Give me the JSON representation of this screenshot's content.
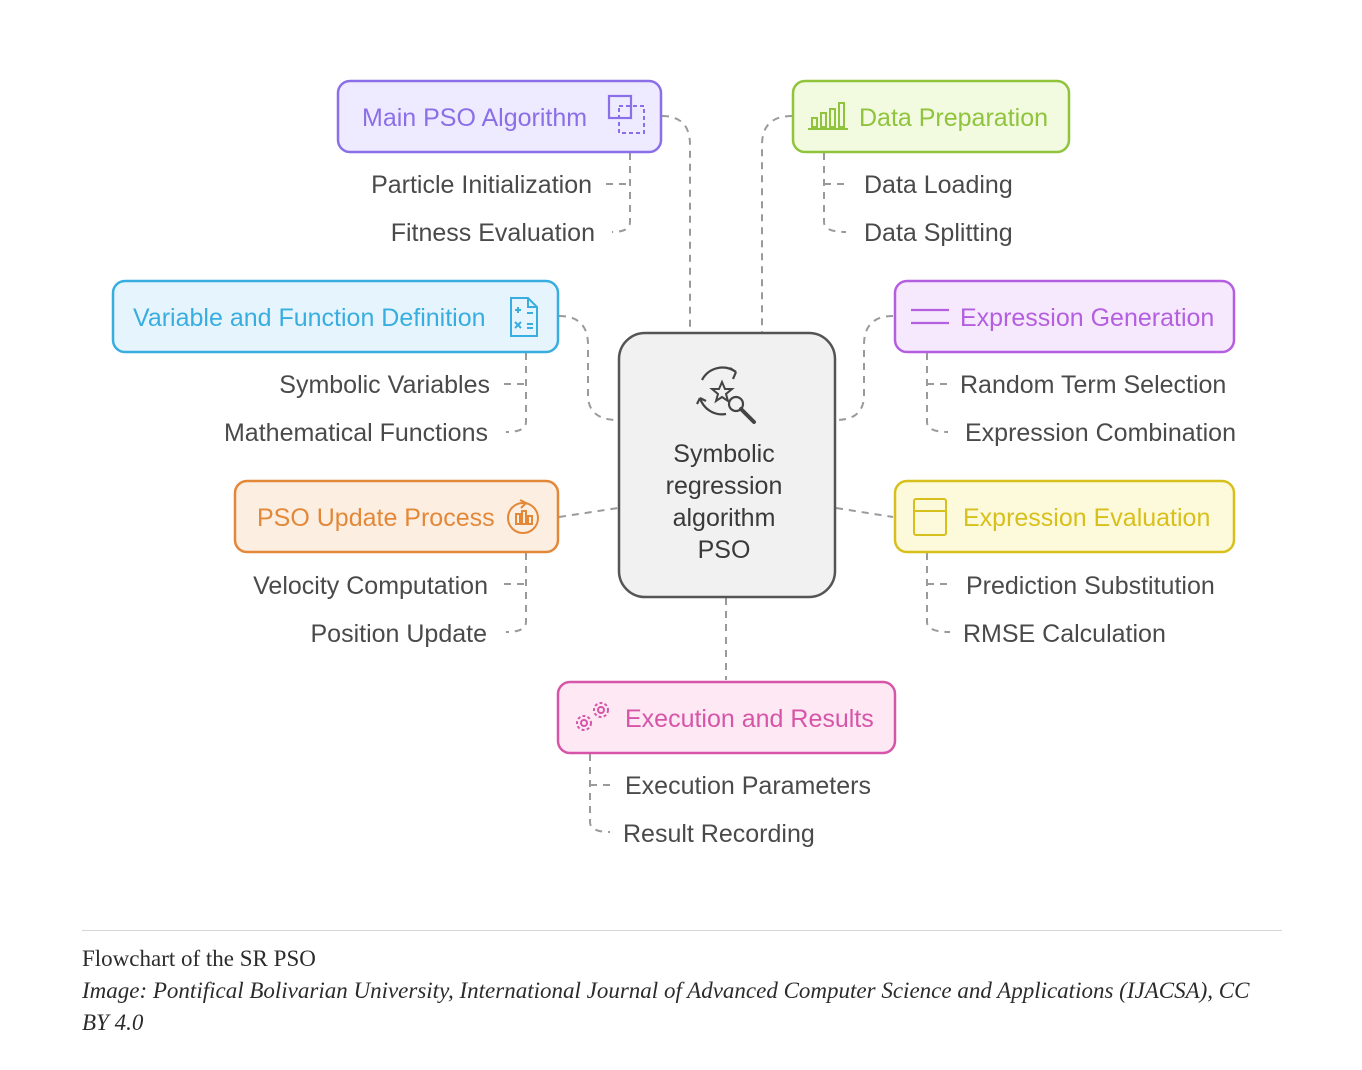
{
  "center": {
    "lines": [
      "Symbolic",
      "regression",
      "algorithm",
      "PSO"
    ]
  },
  "nodes": {
    "main_pso": {
      "title": "Main PSO Algorithm",
      "color": "#8b6fe8",
      "items": [
        "Particle Initialization",
        "Fitness Evaluation"
      ],
      "icon": "copy-squares-icon"
    },
    "data_prep": {
      "title": "Data Preparation",
      "color": "#8fc43c",
      "items": [
        "Data Loading",
        "Data Splitting"
      ],
      "icon": "bar-chart-icon"
    },
    "var_func": {
      "title": "Variable and Function Definition",
      "color": "#38ade0",
      "items": [
        "Symbolic Variables",
        "Mathematical Functions"
      ],
      "icon": "calculator-doc-icon"
    },
    "expr_gen": {
      "title": "Expression Generation",
      "color": "#b45ee0",
      "items": [
        "Random Term Selection",
        "Expression Combination"
      ],
      "icon": "lines-icon"
    },
    "pso_update": {
      "title": "PSO Update Process",
      "color": "#e38838",
      "items": [
        "Velocity Computation",
        "Position Update"
      ],
      "icon": "refresh-chart-icon"
    },
    "expr_eval": {
      "title": "Expression Evaluation",
      "color": "#d8c01c",
      "items": [
        "Prediction Substitution",
        "RMSE Calculation"
      ],
      "icon": "panel-icon"
    },
    "exec_results": {
      "title": "Execution and Results",
      "color": "#d655a8",
      "items": [
        "Execution Parameters",
        "Result Recording"
      ],
      "icon": "gears-icon"
    }
  },
  "caption": {
    "title": "Flowchart of the SR PSO",
    "credit": "Image: Pontifical Bolivarian University, International Journal of Advanced Computer Science and Applications (IJACSA), CC BY 4.0"
  }
}
